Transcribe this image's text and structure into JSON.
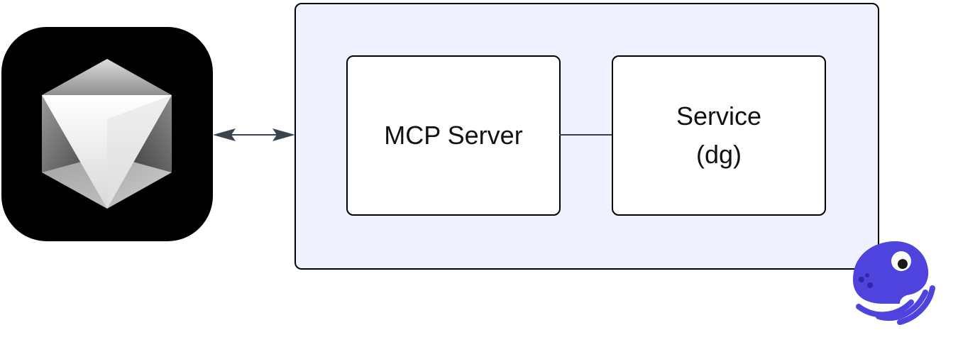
{
  "diagram": {
    "boxes": {
      "mcp_server": {
        "label": "MCP Server"
      },
      "service": {
        "line1": "Service",
        "line2": "(dg)"
      }
    },
    "colors": {
      "container_fill": "#f0f1fe",
      "box_fill": "#ffffff",
      "border": "#000000",
      "connector": "#3b4250",
      "mascot": "#4f43dd",
      "app_icon_background": "#000000"
    },
    "icons": {
      "app_icon": "cube-app-icon",
      "mascot": "octopus-mascot-icon",
      "connector": "bidirectional-arrow"
    }
  }
}
